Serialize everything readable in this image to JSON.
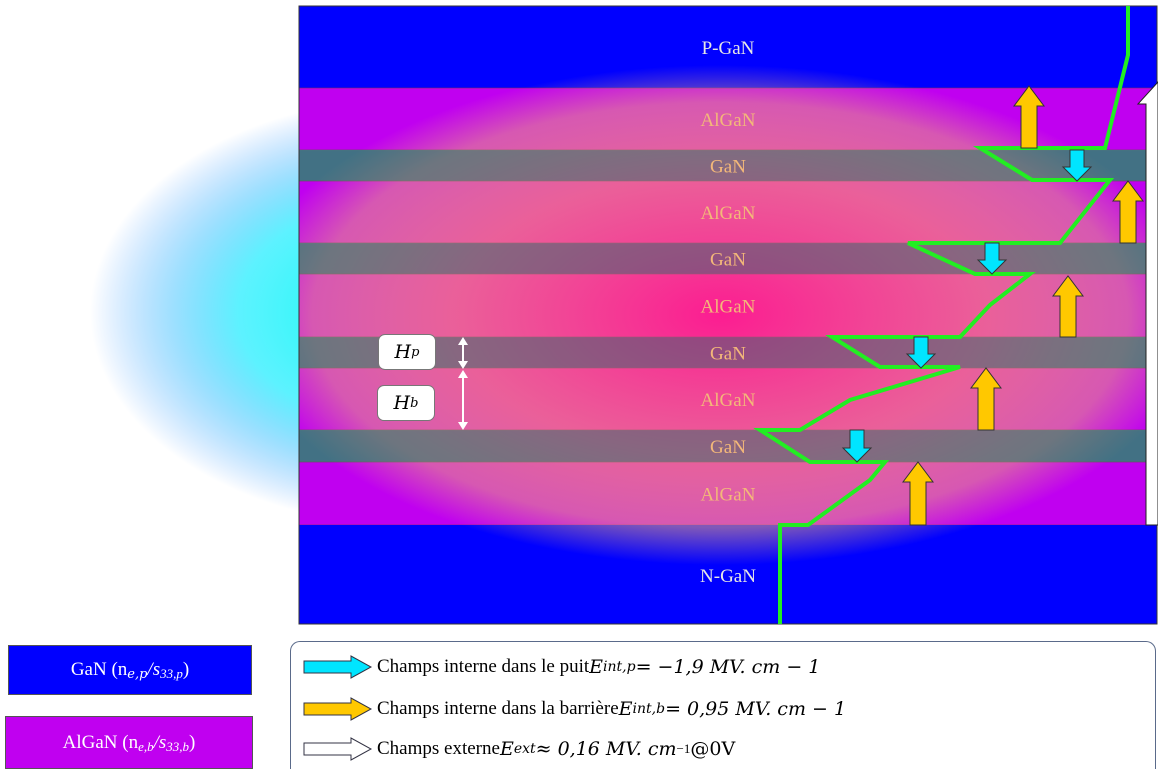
{
  "layers": [
    {
      "label": "P-GaN",
      "kind": "contact"
    },
    {
      "label": "AlGaN",
      "kind": "barrier"
    },
    {
      "label": "GaN",
      "kind": "well"
    },
    {
      "label": "AlGaN",
      "kind": "barrier"
    },
    {
      "label": "GaN",
      "kind": "well"
    },
    {
      "label": "AlGaN",
      "kind": "barrier"
    },
    {
      "label": "GaN",
      "kind": "well"
    },
    {
      "label": "AlGaN",
      "kind": "barrier"
    },
    {
      "label": "GaN",
      "kind": "well"
    },
    {
      "label": "AlGaN",
      "kind": "barrier"
    },
    {
      "label": "N-GaN",
      "kind": "contact"
    }
  ],
  "dimension_labels": {
    "well_thickness": {
      "symbol": "H",
      "sub": "p"
    },
    "barrier_thickness": {
      "symbol": "H",
      "sub": "b"
    }
  },
  "material_legend": {
    "gan": {
      "label": "GaN (n",
      "math": "e,p",
      "mid": "/s",
      "math2": "33,p",
      "end": ")",
      "color": "#0000ff"
    },
    "algan": {
      "label": "AlGaN (n",
      "math": "e,b",
      "mid": "/s",
      "math2": "33,b",
      "end": ")",
      "color": "#c000f0"
    }
  },
  "field_legend": {
    "well": {
      "text": "Champs interne dans le puit ",
      "expr": "E",
      "sub": "int,p",
      "value": " = −1,9 MV. cm − 1",
      "color": "#00e5ff"
    },
    "barrier": {
      "text": "Champs interne dans la barrière ",
      "expr": "E",
      "sub": "int,b",
      "value": " = 0,95 MV. cm − 1",
      "color": "#ffc800"
    },
    "external": {
      "text": "Champs externe ",
      "expr": "E",
      "sub": "ext",
      "value": " ≈ 0,16 MV. cm",
      "sup": "−1",
      "tail": " @0V",
      "color": "#ffffff"
    }
  },
  "colors": {
    "contact": "#0000ff",
    "barrier_edge": "#c000f0",
    "barrier_glow": "#f06ba0",
    "well_edge": "#3a8f93",
    "band_line": "#22ee22",
    "layer_text_contact": "#e6e6e6",
    "layer_text_inner": "#f3b879"
  }
}
